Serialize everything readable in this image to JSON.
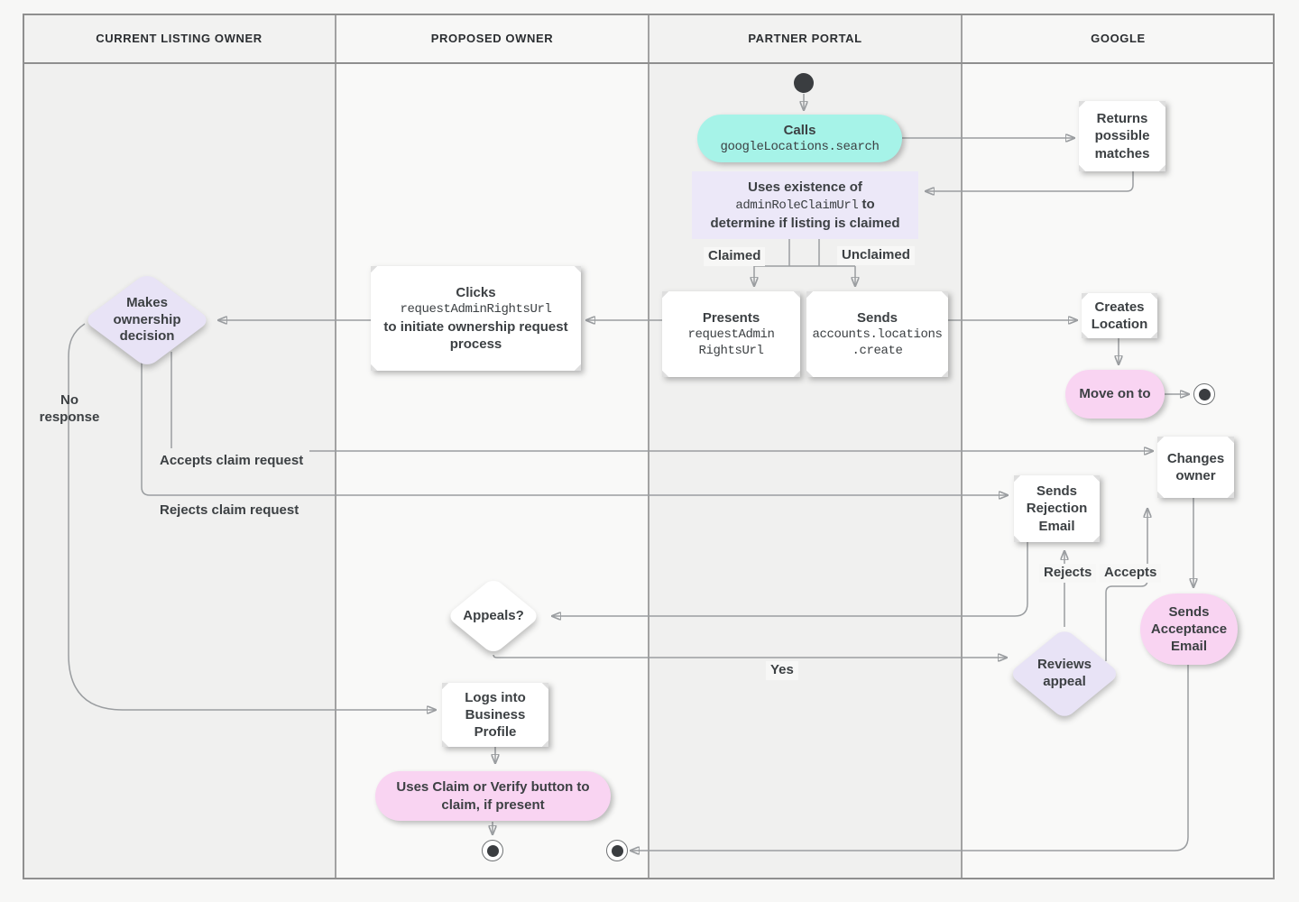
{
  "lanes": [
    {
      "label": "CURRENT LISTING OWNER"
    },
    {
      "label": "PROPOSED OWNER"
    },
    {
      "label": "PARTNER PORTAL"
    },
    {
      "label": "GOOGLE"
    }
  ],
  "nodes": {
    "calls": {
      "title": "Calls",
      "code": "googleLocations.search"
    },
    "returns_matches": {
      "label": "Returns possible matches"
    },
    "uses_existence": {
      "line1": "Uses existence of",
      "code": "adminRoleClaimUrl",
      "line2_suffix": "to",
      "line3": "determine if listing is claimed"
    },
    "presents": {
      "title": "Presents",
      "code_lines": [
        "requestAdmin",
        "RightsUrl"
      ]
    },
    "sends_create": {
      "title": "Sends",
      "code_lines": [
        "accounts.locations",
        ".create"
      ]
    },
    "clicks": {
      "title": "Clicks",
      "code": "requestAdminRightsUrl",
      "post": "to initiate ownership request process"
    },
    "makes_decision": {
      "label": "Makes ownership decision"
    },
    "creates_location": {
      "label": "Creates Location"
    },
    "move_on": {
      "label": "Move on to"
    },
    "changes_owner": {
      "label": "Changes owner"
    },
    "rejection_email": {
      "label": "Sends Rejection Email"
    },
    "acceptance_email": {
      "label": "Sends Acceptance Email"
    },
    "reviews_appeal": {
      "label": "Reviews appeal"
    },
    "appeals": {
      "label": "Appeals?"
    },
    "logs_in": {
      "label": "Logs into Business Profile"
    },
    "claim_verify": {
      "label": "Uses Claim or Verify button to claim, if present"
    }
  },
  "edge_labels": {
    "claimed": "Claimed",
    "unclaimed": "Unclaimed",
    "no_response": "No response",
    "accepts_claim": "Accepts claim request",
    "rejects_claim": "Rejects claim request",
    "rejects": "Rejects",
    "accepts": "Accepts",
    "yes": "Yes"
  },
  "colors": {
    "teal": "#a6f3e8",
    "pink": "#f9d4f2",
    "lavender": "#e8e3f6",
    "lavender-light": "#ece8f8",
    "line": "#9a9da0",
    "text": "#3c4043"
  }
}
